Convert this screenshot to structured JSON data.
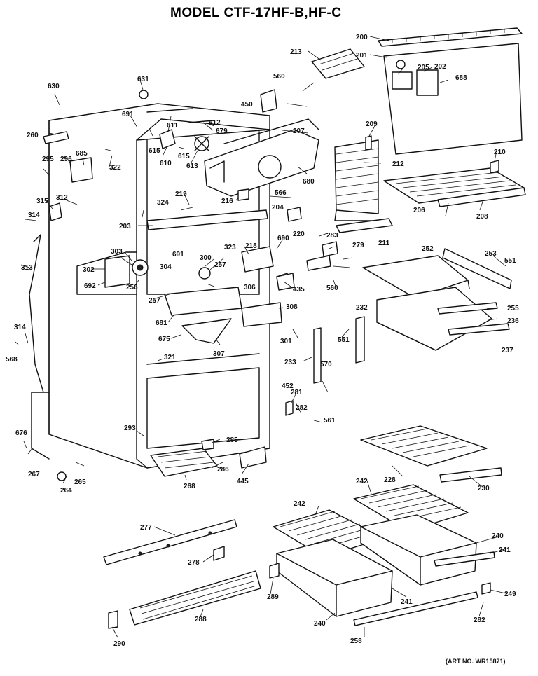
{
  "title": "MODEL CTF-17HF-B,HF-C",
  "art_number": "(ART NO. WR15871)",
  "callouts": [
    {
      "id": "200",
      "label": "200"
    },
    {
      "id": "201",
      "label": "201"
    },
    {
      "id": "202",
      "label": "202"
    },
    {
      "id": "203",
      "label": "203"
    },
    {
      "id": "204",
      "label": "204"
    },
    {
      "id": "205",
      "label": "205"
    },
    {
      "id": "206",
      "label": "206"
    },
    {
      "id": "207",
      "label": "207"
    },
    {
      "id": "208",
      "label": "208"
    },
    {
      "id": "209",
      "label": "209"
    },
    {
      "id": "210",
      "label": "210"
    },
    {
      "id": "211",
      "label": "211"
    },
    {
      "id": "212",
      "label": "212"
    },
    {
      "id": "213",
      "label": "213"
    },
    {
      "id": "216",
      "label": "216"
    },
    {
      "id": "218",
      "label": "218"
    },
    {
      "id": "219",
      "label": "219"
    },
    {
      "id": "220",
      "label": "220"
    },
    {
      "id": "228",
      "label": "228"
    },
    {
      "id": "230",
      "label": "230"
    },
    {
      "id": "232",
      "label": "232"
    },
    {
      "id": "233",
      "label": "233"
    },
    {
      "id": "236",
      "label": "236"
    },
    {
      "id": "237",
      "label": "237"
    },
    {
      "id": "240a",
      "label": "240"
    },
    {
      "id": "240b",
      "label": "240"
    },
    {
      "id": "241a",
      "label": "241"
    },
    {
      "id": "241b",
      "label": "241"
    },
    {
      "id": "242a",
      "label": "242"
    },
    {
      "id": "242b",
      "label": "242"
    },
    {
      "id": "249",
      "label": "249"
    },
    {
      "id": "252",
      "label": "252"
    },
    {
      "id": "253",
      "label": "253"
    },
    {
      "id": "255",
      "label": "255"
    },
    {
      "id": "256",
      "label": "256"
    },
    {
      "id": "257a",
      "label": "257"
    },
    {
      "id": "257b",
      "label": "257"
    },
    {
      "id": "258",
      "label": "258"
    },
    {
      "id": "260",
      "label": "260"
    },
    {
      "id": "264",
      "label": "264"
    },
    {
      "id": "265",
      "label": "265"
    },
    {
      "id": "267",
      "label": "267"
    },
    {
      "id": "268",
      "label": "268"
    },
    {
      "id": "277",
      "label": "277"
    },
    {
      "id": "278",
      "label": "278"
    },
    {
      "id": "279",
      "label": "279"
    },
    {
      "id": "281",
      "label": "281"
    },
    {
      "id": "282a",
      "label": "282"
    },
    {
      "id": "282b",
      "label": "282"
    },
    {
      "id": "283",
      "label": "283"
    },
    {
      "id": "285",
      "label": "285"
    },
    {
      "id": "286",
      "label": "286"
    },
    {
      "id": "288",
      "label": "288"
    },
    {
      "id": "289",
      "label": "289"
    },
    {
      "id": "290",
      "label": "290"
    },
    {
      "id": "293",
      "label": "293"
    },
    {
      "id": "295",
      "label": "295"
    },
    {
      "id": "296",
      "label": "296"
    },
    {
      "id": "300",
      "label": "300"
    },
    {
      "id": "301",
      "label": "301"
    },
    {
      "id": "302",
      "label": "302"
    },
    {
      "id": "303",
      "label": "303"
    },
    {
      "id": "304",
      "label": "304"
    },
    {
      "id": "306",
      "label": "306"
    },
    {
      "id": "307",
      "label": "307"
    },
    {
      "id": "308",
      "label": "308"
    },
    {
      "id": "312",
      "label": "312"
    },
    {
      "id": "313",
      "label": "313"
    },
    {
      "id": "314a",
      "label": "314"
    },
    {
      "id": "314b",
      "label": "314"
    },
    {
      "id": "315",
      "label": "315"
    },
    {
      "id": "321",
      "label": "321"
    },
    {
      "id": "322",
      "label": "322"
    },
    {
      "id": "323",
      "label": "323"
    },
    {
      "id": "324",
      "label": "324"
    },
    {
      "id": "435",
      "label": "435"
    },
    {
      "id": "445",
      "label": "445"
    },
    {
      "id": "450",
      "label": "450"
    },
    {
      "id": "452",
      "label": "452"
    },
    {
      "id": "551a",
      "label": "551"
    },
    {
      "id": "551b",
      "label": "551"
    },
    {
      "id": "560a",
      "label": "560"
    },
    {
      "id": "560b",
      "label": "560"
    },
    {
      "id": "561",
      "label": "561"
    },
    {
      "id": "566",
      "label": "566"
    },
    {
      "id": "568",
      "label": "568"
    },
    {
      "id": "570",
      "label": "570"
    },
    {
      "id": "610",
      "label": "610"
    },
    {
      "id": "611",
      "label": "611"
    },
    {
      "id": "612",
      "label": "612"
    },
    {
      "id": "613",
      "label": "613"
    },
    {
      "id": "615a",
      "label": "615"
    },
    {
      "id": "615b",
      "label": "615"
    },
    {
      "id": "630",
      "label": "630"
    },
    {
      "id": "631",
      "label": "631"
    },
    {
      "id": "675",
      "label": "675"
    },
    {
      "id": "676",
      "label": "676"
    },
    {
      "id": "679",
      "label": "679"
    },
    {
      "id": "680",
      "label": "680"
    },
    {
      "id": "681",
      "label": "681"
    },
    {
      "id": "685",
      "label": "685"
    },
    {
      "id": "688",
      "label": "688"
    },
    {
      "id": "690",
      "label": "690"
    },
    {
      "id": "691a",
      "label": "691"
    },
    {
      "id": "691b",
      "label": "691"
    },
    {
      "id": "692",
      "label": "692"
    }
  ]
}
